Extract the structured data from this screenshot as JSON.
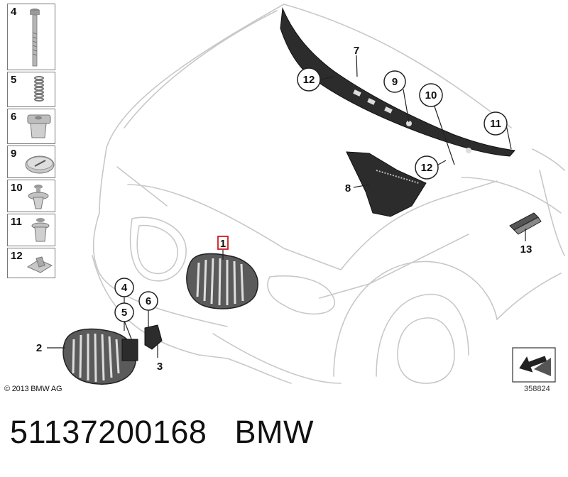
{
  "parts_table": [
    {
      "number": "4",
      "part": "bolt"
    },
    {
      "number": "5",
      "part": "spring"
    },
    {
      "number": "6",
      "part": "expanding-nut"
    },
    {
      "number": "9",
      "part": "cap"
    },
    {
      "number": "10",
      "part": "expanding-rivet"
    },
    {
      "number": "11",
      "part": "expanding-rivet"
    },
    {
      "number": "12",
      "part": "clip"
    }
  ],
  "callouts": {
    "c1": "1",
    "c2": "2",
    "c3": "3",
    "c4": "4",
    "c5": "5",
    "c6": "6",
    "c7": "7",
    "c8": "8",
    "c9": "9",
    "c10": "10",
    "c11": "11",
    "c12a": "12",
    "c12b": "12",
    "c13": "13"
  },
  "copyright": "© 2013 BMW AG",
  "diagram_id": "358824",
  "footer": {
    "part_number": "51137200168",
    "brand": "BMW"
  },
  "colors": {
    "highlight_box": "#d11a1a",
    "car_outline": "#c8c8c8",
    "part_dark": "#2a2a2a"
  }
}
